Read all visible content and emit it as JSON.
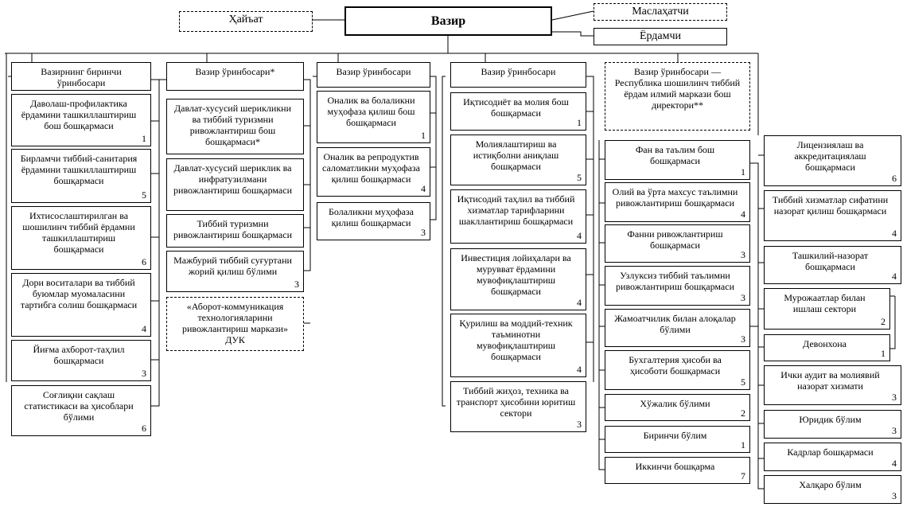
{
  "minister": "Вазир",
  "top": {
    "collegium": "Ҳайъат",
    "adviser": "Маслаҳатчи",
    "assistant": "Ёрдамчи"
  },
  "deputies": [
    "Вазирнинг биринчи ўринбосари",
    "Вазир ўринбосари*",
    "Вазир ўринбосари",
    "Вазир ўринбосари",
    "Вазир ўринбосари — Республика шошилинч тиббий ёрдам илмий маркази бош директори**"
  ],
  "units": {
    "c1": [
      {
        "label": "Даволаш-профилактика ёрдамини ташкиллаштириш бош бошқармаси",
        "num": "1"
      },
      {
        "label": "Бирламчи тиббий-санитария ёрдамини ташкиллаштириш бошқармаси",
        "num": "5"
      },
      {
        "label": "Ихтисослаштирилган ва шошилинч тиббий ёрдамни ташкиллаштириш бошқармаси",
        "num": "6"
      },
      {
        "label": "Дори воситалари ва тиббий буюмлар муомаласини тартибга солиш бошқармаси",
        "num": "4"
      },
      {
        "label": "Йиғма ахборот-таҳлил бошқармаси",
        "num": "3"
      },
      {
        "label": "Соғлиқни сақлаш статистикаси ва ҳисоблари бўлими",
        "num": "6"
      }
    ],
    "c2": [
      {
        "label": "Давлат-хусусий шерикликни ва тиббий туризмни ривожлантириш бош бошқармаси*",
        "num": ""
      },
      {
        "label": "Давлат-хусусий шериклик ва инфратузилмани ривожлантириш бошқармаси",
        "num": ""
      },
      {
        "label": "Тиббий туризмни ривожлантириш бошқармаси",
        "num": ""
      },
      {
        "label": "Мажбурий тиббий суғуртани жорий қилиш бўлими",
        "num": "3"
      },
      {
        "label": "«Аборот-коммуникация технологияларини ривожлантириш маркази» ДУК",
        "num": ""
      }
    ],
    "c3": [
      {
        "label": "Оналик ва болаликни муҳофаза қилиш бош бошқармаси",
        "num": "1"
      },
      {
        "label": "Оналик ва репродуктив саломатликни муҳофаза қилиш бошқармаси",
        "num": "4"
      },
      {
        "label": "Болаликни муҳофаза қилиш бошқармаси",
        "num": "3"
      }
    ],
    "c4": [
      {
        "label": "Иқтисодиёт ва молия бош бошқармаси",
        "num": "1"
      },
      {
        "label": "Молиялаштириш ва истиқболни аниқлаш бошқармаси",
        "num": "5"
      },
      {
        "label": "Иқтисодий таҳлил ва тиббий хизматлар тарифларини шакллантириш бошқармаси",
        "num": "4"
      },
      {
        "label": "Инвестиция лойиҳалари ва мурувват ёрдамини мувофиқлаштириш бошқармаси",
        "num": "4"
      },
      {
        "label": "Қурилиш ва моддий-техник таъминотни мувофиқлаштириш бошқармаси",
        "num": "4"
      },
      {
        "label": "Тиббий жиҳоз, техника ва транспорт ҳисобини юритиш сектори",
        "num": "3"
      }
    ],
    "c5": [
      {
        "label": "Фан ва таълим бош бошқармаси",
        "num": "1"
      },
      {
        "label": "Олий ва ўрта махсус таълимни ривожлантириш бошқармаси",
        "num": "4"
      },
      {
        "label": "Фанни ривожлантириш бошқармаси",
        "num": "3"
      },
      {
        "label": "Узлуксиз тиббий таълимни ривожлантириш бошқармаси",
        "num": "3"
      },
      {
        "label": "Жамоатчилик билан алоқалар бўлими",
        "num": "3"
      },
      {
        "label": "Бухгалтерия ҳисоби ва ҳисоботи бошқармаси",
        "num": "5"
      },
      {
        "label": "Хўжалик бўлими",
        "num": "2"
      },
      {
        "label": "Биринчи бўлим",
        "num": "1"
      },
      {
        "label": "Иккинчи бошқарма",
        "num": "7"
      }
    ],
    "c6": [
      {
        "label": "Лицензиялаш ва аккредитациялаш бошқармаси",
        "num": "6"
      },
      {
        "label": "Тиббий хизматлар сифатини назорат қилиш бошқармаси",
        "num": "4"
      },
      {
        "label": "Ташкилий-назорат бошқармаси",
        "num": "4"
      },
      {
        "label": "Мурожаатлар билан ишлаш сектори",
        "num": "2"
      },
      {
        "label": "Девонхона",
        "num": "1"
      },
      {
        "label": "Ички аудит ва молиявий назорат хизмати",
        "num": "3"
      },
      {
        "label": "Юридик бўлим",
        "num": "3"
      },
      {
        "label": "Кадрлар бошқармаси",
        "num": "4"
      },
      {
        "label": "Халқаро бўлим",
        "num": "3"
      }
    ]
  }
}
